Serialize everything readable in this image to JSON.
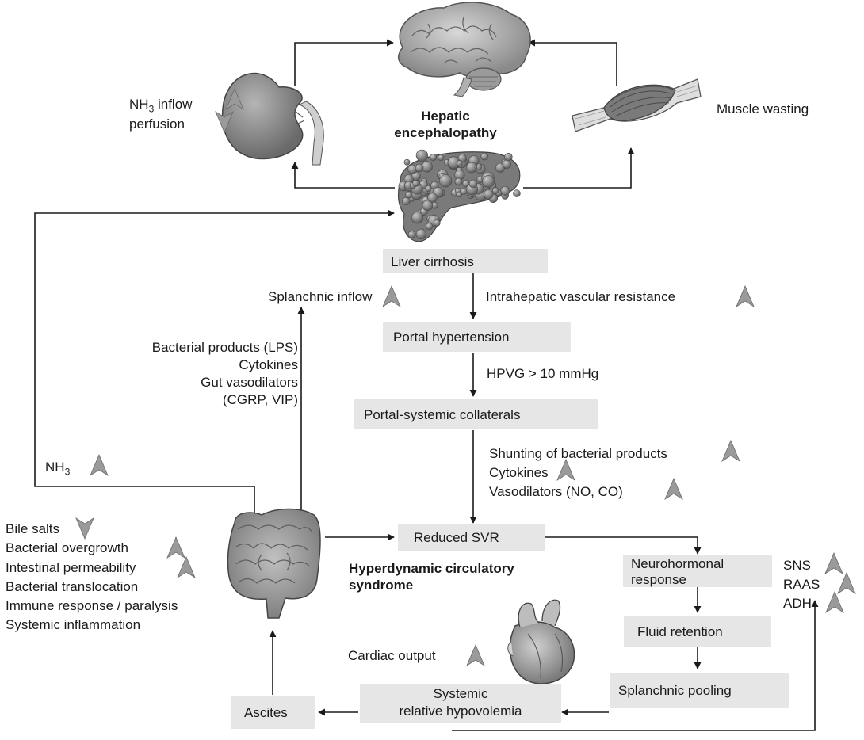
{
  "titles": {
    "hepatic_line1": "Hepatic",
    "hepatic_line2": "encephalopathy",
    "hyper_line1": "Hyperdynamic circulatory",
    "hyper_line2": "syndrome"
  },
  "boxes": {
    "liver_cirrhosis": "Liver cirrhosis",
    "portal_hypertension": "Portal hypertension",
    "collaterals": "Portal-systemic collaterals",
    "reduced_svr": "Reduced SVR",
    "neuro_line1": "Neurohormonal",
    "neuro_line2": "response",
    "fluid_retention": "Fluid retention",
    "splanchnic_pooling": "Splanchnic pooling",
    "hypovolemia_line1": "Systemic",
    "hypovolemia_line2": "relative hypovolemia",
    "ascites": "Ascites"
  },
  "labels": {
    "nh3_prefix": "NH",
    "nh3_sub": "3",
    "nh3_inflow_suffix": " inflow",
    "perfusion": "perfusion",
    "muscle_wasting": "Muscle wasting",
    "splanchnic_inflow": "Splanchnic inflow",
    "intrahepatic_resistance": "Intrahepatic vascular resistance",
    "hpvg": "HPVG > 10 mmHg",
    "bacterial_products": "Bacterial products (LPS)",
    "cytokines_left": "Cytokines",
    "gut_vasodilators": "Gut vasodilators",
    "cgrp_vip": "(CGRP, VIP)",
    "shunting": "Shunting of bacterial products",
    "cytokines_right": "Cytokines",
    "vasodilators_no_co": "Vasodilators (NO, CO)",
    "cardiac_output": "Cardiac output",
    "sns": "SNS",
    "raas": "RAAS",
    "adh": "ADH"
  },
  "gut_effects": [
    {
      "text": "Bile salts",
      "trend": "down"
    },
    {
      "text": "Bacterial overgrowth",
      "trend": "up"
    },
    {
      "text": "Intestinal permeability",
      "trend": "up"
    },
    {
      "text": "Bacterial translocation",
      "trend": "none"
    },
    {
      "text": "Immune response / paralysis",
      "trend": "none"
    },
    {
      "text": "Systemic inflammation",
      "trend": "none"
    }
  ],
  "organs": {
    "brain": "brain-icon",
    "kidney": "kidney-icon",
    "muscle": "muscle-icon",
    "liver": "liver-icon",
    "intestine": "intestine-icon",
    "heart": "heart-icon"
  },
  "colors": {
    "box_fill": "#e6e6e6",
    "arrow": "#1a1a1a",
    "trend_triangle": "#9a9a9a",
    "organ_gray": "#8c8c8c"
  }
}
